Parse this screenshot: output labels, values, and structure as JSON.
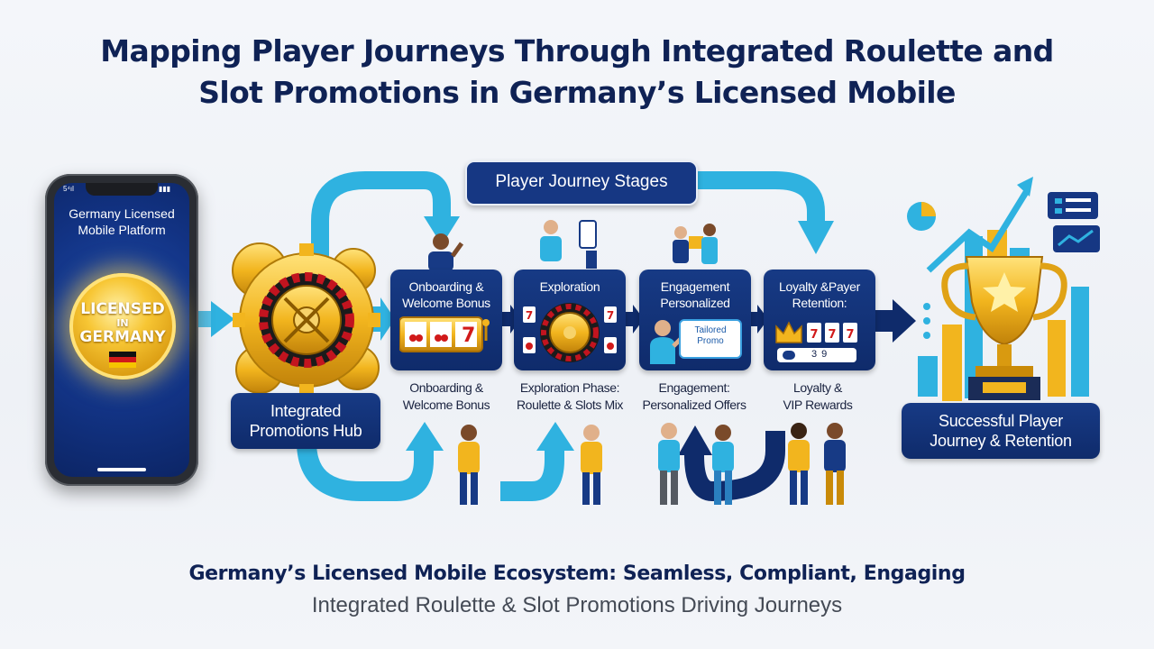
{
  "title_line1": "Mapping Player Journeys Through Integrated Roulette and",
  "title_line2": "Slot Promotions in Germany’s Licensed Mobile",
  "phone": {
    "status_left": "5⁴ıl",
    "status_right": "▮▮▮",
    "label_line1": "Germany Licensed",
    "label_line2": "Mobile Platform",
    "seal_line1": "LICENSED",
    "seal_line2": "IN",
    "seal_line3": "GERMANY"
  },
  "hub_label_line1": "Integrated",
  "hub_label_line2": "Promotions Hub",
  "journey_label": "Player Journey Stages",
  "stages": [
    {
      "title_line1": "Onboarding &",
      "title_line2": "Welcome Bonus",
      "caption_line1": "Onboarding &",
      "caption_line2": "Welcome Bonus",
      "icon": "slot-reels-icon"
    },
    {
      "title_line1": "Exploration",
      "title_line2": "",
      "caption_line1": "Exploration Phase:",
      "caption_line2": "Roulette & Slots Mix",
      "icon": "roulette-wheel-icon"
    },
    {
      "title_line1": "Engagement",
      "title_line2": "Personalized",
      "caption_line1": "Engagement:",
      "caption_line2": "Personalized Offers",
      "icon": "tailored-promo-icon"
    },
    {
      "title_line1": "Loyalty &Payer",
      "title_line2": "Retention:",
      "caption_line1": "Loyalty &",
      "caption_line2": "VIP Rewards",
      "icon": "vip-crown-icon"
    }
  ],
  "tailored_promo_line1": "Tailored",
  "tailored_promo_line2": "Promo",
  "loyalty_strip": "39",
  "slot_symbol": "7",
  "success_line1": "Successful Player",
  "success_line2": "Journey & Retention",
  "footer_main": "Germany’s Licensed Mobile Ecosystem: Seamless, Compliant, Engaging",
  "footer_sub": "Integrated Roulette & Slot Promotions Driving Journeys",
  "colors": {
    "navy": "#0f2b6b",
    "cyan_arrow": "#2fb2e0",
    "gold": "#f2b51e",
    "title": "#0f2255"
  }
}
